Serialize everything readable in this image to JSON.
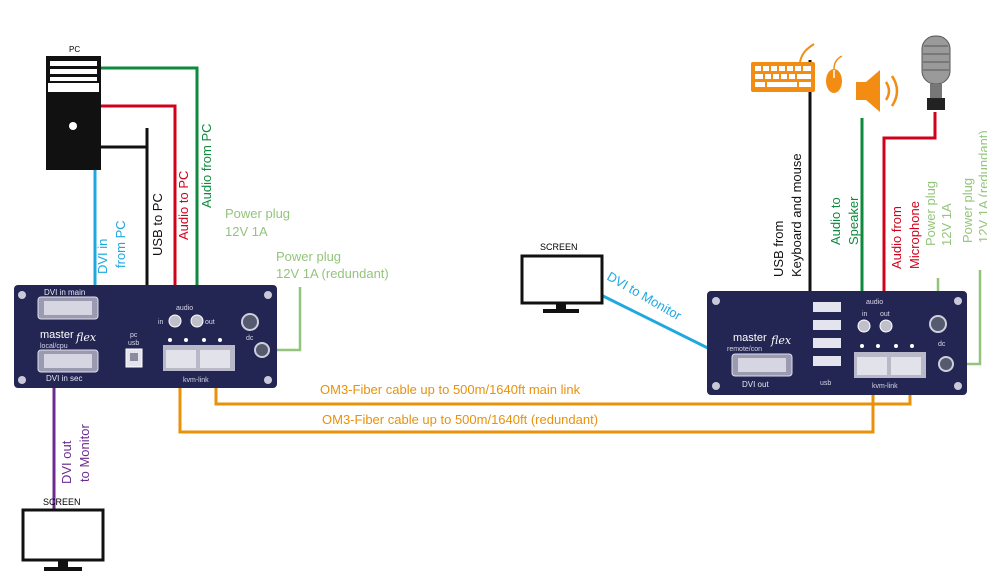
{
  "colors": {
    "dvi": "#1fa8e0",
    "audio_in": "#d0021b",
    "audio_out": "#0e8a3e",
    "usb": "#111111",
    "power": "#94c47c",
    "fiber": "#e8920a",
    "dvi_out_local": "#6b2c91",
    "device_body": "#232552",
    "peripheral": "#f28c12"
  },
  "local": {
    "pc_label": "PC",
    "device": {
      "dvi_in_main": "DVI in main",
      "dvi_in_sec": "DVI in sec",
      "brand_master": "master",
      "brand_flex": "flex",
      "subtitle": "local/cpu",
      "audio_label": "audio",
      "audio_in": "in",
      "audio_out": "out",
      "pc_usb_1": "pc",
      "pc_usb_2": "usb",
      "dc": "dc",
      "kvm_link": "kvm-link"
    },
    "cables": {
      "dvi_in_1": "DVI in",
      "dvi_in_2": "from PC",
      "usb": "USB to PC",
      "audio_to": "Audio to PC",
      "audio_from": "Audio from PC",
      "power_1a": "Power plug",
      "power_1b": "12V 1A",
      "power_2a": "Power plug",
      "power_2b": "12V 1A (redundant)",
      "dvi_out_1": "DVI out",
      "dvi_out_2": "to Monitor"
    },
    "screen_label": "SCREEN"
  },
  "remote": {
    "screen_label": "SCREEN",
    "device": {
      "brand_master": "master",
      "brand_flex": "flex",
      "subtitle": "remote/con",
      "dvi_out": "DVI out",
      "usb": "usb",
      "audio_label": "audio",
      "audio_in": "in",
      "audio_out": "out",
      "dc": "dc",
      "kvm_link": "kvm-link"
    },
    "cables": {
      "dvi_to_monitor": "DVI to Monitor",
      "usb_1": "USB from",
      "usb_2": "Keyboard and mouse",
      "audio_spk_1": "Audio to",
      "audio_spk_2": "Speaker",
      "audio_mic_1": "Audio from",
      "audio_mic_2": "Microphone",
      "power_1a": "Power plug",
      "power_1b": "12V 1A",
      "power_2a": "Power plug",
      "power_2b": "12V 1A (redundant)"
    }
  },
  "fiber": {
    "main": "OM3-Fiber cable up to 500m/1640ft main link",
    "redundant": "OM3-Fiber cable up to 500m/1640ft (redundant)"
  },
  "icons": [
    "pc-tower-icon",
    "screen-icon",
    "keyboard-icon",
    "mouse-icon",
    "speaker-icon",
    "microphone-icon"
  ]
}
